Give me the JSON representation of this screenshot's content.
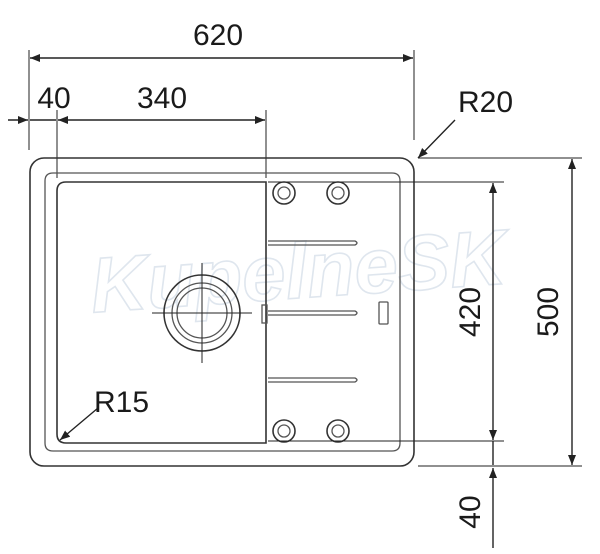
{
  "diagram": {
    "dimensions": {
      "overall_width": "620",
      "left_offset": "40",
      "bowl_width": "340",
      "corner_radius_outer": "R20",
      "corner_radius_bowl": "R15",
      "bowl_depth": "420",
      "overall_depth": "500",
      "bottom_offset": "40"
    },
    "watermark": "KupelneSK"
  }
}
